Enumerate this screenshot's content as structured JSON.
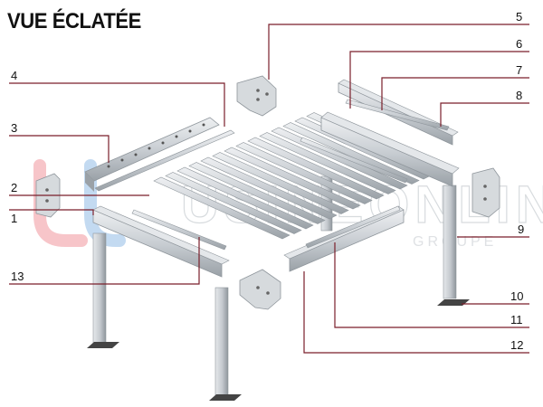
{
  "title": "VUE ÉCLATÉE",
  "watermark": {
    "brand": "USINEONLINE",
    "sub": "GROUPE"
  },
  "callouts": [
    {
      "id": "c1",
      "label": "1"
    },
    {
      "id": "c2",
      "label": "2"
    },
    {
      "id": "c3",
      "label": "3"
    },
    {
      "id": "c4",
      "label": "4"
    },
    {
      "id": "c5",
      "label": "5"
    },
    {
      "id": "c6",
      "label": "6"
    },
    {
      "id": "c7",
      "label": "7"
    },
    {
      "id": "c8",
      "label": "8"
    },
    {
      "id": "c9",
      "label": "9"
    },
    {
      "id": "c10",
      "label": "10"
    },
    {
      "id": "c11",
      "label": "11"
    },
    {
      "id": "c12",
      "label": "12"
    },
    {
      "id": "c13",
      "label": "13"
    }
  ],
  "colors": {
    "leader": "#7a1f2b",
    "metal": "#c9ced3",
    "metal_dark": "#8f969c",
    "watermark_red": "#e8505b",
    "watermark_blue": "#4a8fd6"
  }
}
